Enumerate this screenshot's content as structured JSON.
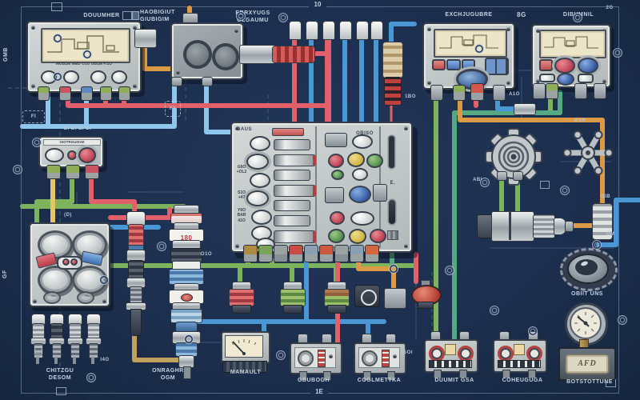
{
  "background": {
    "base": "#1d2f4e",
    "frame_line": "#8fa6c4"
  },
  "colors": {
    "wire_red": "#e2606a",
    "wire_blue": "#4a97d6",
    "wire_light_blue": "#8ec6ec",
    "wire_green": "#7cb35c",
    "wire_teal": "#54a882",
    "wire_orange": "#dc9a44",
    "wire_yellow": "#e2c566",
    "wire_gold": "#c2a05e",
    "panel_gray": "#c9cece",
    "panel_dark": "#9ba3a8",
    "screen_beige": "#ece5c8",
    "button_red": "#c54458",
    "button_yellow": "#dec354",
    "button_green": "#5f9e58",
    "button_blue": "#3e6fc0",
    "terminal_colors": [
      "#ad8c42",
      "#79a355",
      "#9aa2a4",
      "#c84c44",
      "#8ba0b4",
      "#cc5940",
      "#9aa2a4",
      "#8ba0b4",
      "#d2663e"
    ]
  },
  "frame": {
    "top_tick": "10",
    "bottom_tick": "1E",
    "corner_num": "2G"
  },
  "header": {
    "label_left": "DOUUMHER",
    "label_checkbox": "HAOBIGIUT\nGIUBIGIM",
    "label_mid": "EBRXYUGS\nGLGAUMU",
    "label_right1": "EXCHJUGUBRE",
    "label_right_num": "8G",
    "label_right2": "DIBUMNIL"
  },
  "side": {
    "left_vertical_top": "GMB",
    "left_vertical_bottom": "GF",
    "f_icon1": "FI",
    "f_icon2": "F1"
  },
  "panel1": {
    "caption": "MUB1M MED   O1U UB1M   P.1O"
  },
  "module_left": {
    "strip": "GIOTRGUISAII",
    "above": "BI BI  BI BI"
  },
  "central_box": {
    "tag": "DAUS",
    "tag2": "OBISO",
    "left_label1": "G6O\n+OL2",
    "left_label2": "S1O\n+47",
    "left_label3": "Y6O\nBAR\n41O",
    "right_label": "E."
  },
  "components": {
    "resistor_tag": "1BO",
    "stack_band": "180",
    "knob_label": "OBIIT UNS",
    "plate_text": "AFD"
  },
  "annotations": {
    "a1": "ABI",
    "a2": "OVH",
    "a3": "GIB",
    "a4": "OM",
    "a5": "ISOI",
    "a6": "I4O",
    "a7": "O1O",
    "a8": "A1O",
    "a9": "(D)"
  },
  "bottom_labels": {
    "l1": "CHITZGU\nDESOM",
    "l2": "ONRAGHR\nOGM",
    "l3": "MAMAULT",
    "l4": "GBUBOGH",
    "l5": "COGLMETTKA",
    "l6": "DUUMIT GSA",
    "l7": "COHEUGUGA",
    "l8": "BOTSTOTTUNE"
  }
}
